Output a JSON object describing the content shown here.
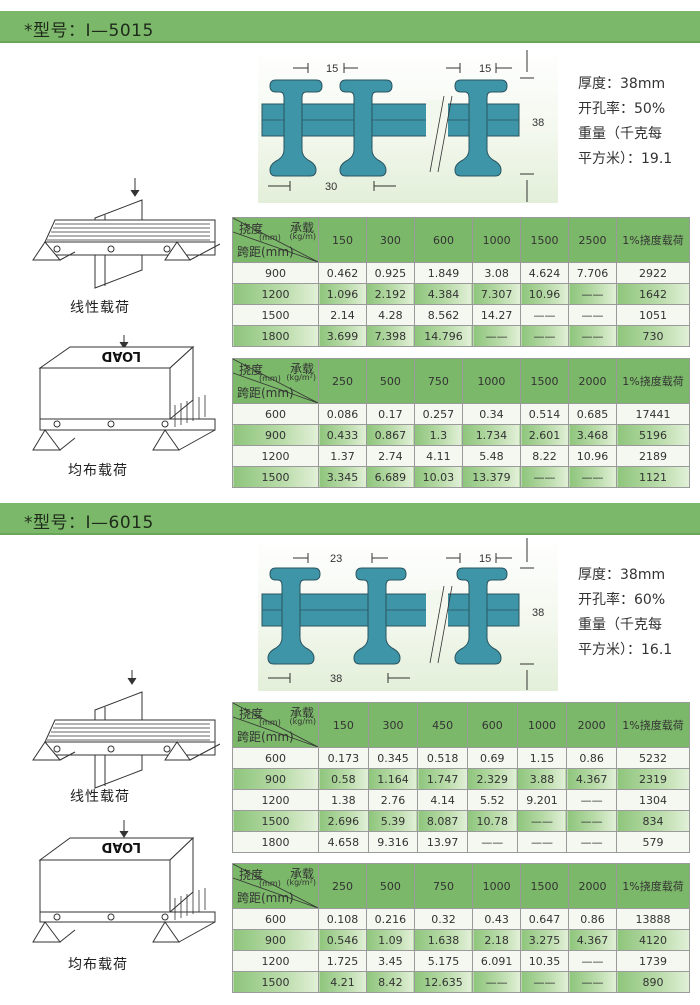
{
  "sections": [
    {
      "model_label": "*型号：I—5015",
      "diagram": {
        "top_left_dim": "15",
        "top_right_dim": "15",
        "bottom_dim": "30",
        "height_dim": "38"
      },
      "specs": {
        "thickness": "厚度：38mm",
        "open_rate": "开孔率：50%",
        "weight_line1": "重量（千克每",
        "weight_line2": "平方米）：19.1"
      },
      "linear_caption": "线性载荷",
      "uniform_caption": "均布载荷",
      "linear_table": {
        "corner": {
          "deflection": "挠度",
          "deflection_unit": "(mm)",
          "load": "承载",
          "load_unit": "(kg/m)",
          "span": "跨距(mm)"
        },
        "columns": [
          "150",
          "300",
          "600",
          "1000",
          "1500",
          "2500",
          "1%挠度载荷"
        ],
        "rows": [
          {
            "span": "900",
            "values": [
              "0.462",
              "0.925",
              "1.849",
              "3.08",
              "4.624",
              "7.706",
              "2922"
            ]
          },
          {
            "span": "1200",
            "values": [
              "1.096",
              "2.192",
              "4.384",
              "7.307",
              "10.96",
              "——",
              "1642"
            ]
          },
          {
            "span": "1500",
            "values": [
              "2.14",
              "4.28",
              "8.562",
              "14.27",
              "——",
              "——",
              "1051"
            ]
          },
          {
            "span": "1800",
            "values": [
              "3.699",
              "7.398",
              "14.796",
              "——",
              "——",
              "——",
              "730"
            ]
          }
        ]
      },
      "uniform_table": {
        "corner": {
          "deflection": "挠度",
          "deflection_unit": "(mm)",
          "load": "承载",
          "load_unit": "(kg/m²)",
          "span": "跨距(mm)"
        },
        "columns": [
          "250",
          "500",
          "750",
          "1000",
          "1500",
          "2000",
          "1%挠度载荷"
        ],
        "rows": [
          {
            "span": "600",
            "values": [
              "0.086",
              "0.17",
              "0.257",
              "0.34",
              "0.514",
              "0.685",
              "17441"
            ]
          },
          {
            "span": "900",
            "values": [
              "0.433",
              "0.867",
              "1.3",
              "1.734",
              "2.601",
              "3.468",
              "5196"
            ]
          },
          {
            "span": "1200",
            "values": [
              "1.37",
              "2.74",
              "4.11",
              "5.48",
              "8.22",
              "10.96",
              "2189"
            ]
          },
          {
            "span": "1500",
            "values": [
              "3.345",
              "6.689",
              "10.03",
              "13.379",
              "——",
              "——",
              "1121"
            ]
          }
        ]
      }
    },
    {
      "model_label": "*型号：I—6015",
      "diagram": {
        "top_left_dim": "23",
        "top_right_dim": "15",
        "bottom_dim": "38",
        "height_dim": "38"
      },
      "specs": {
        "thickness": "厚度：38mm",
        "open_rate": "开孔率：60%",
        "weight_line1": "重量（千克每",
        "weight_line2": "平方米）：16.1"
      },
      "linear_caption": "线性载荷",
      "uniform_caption": "均布载荷",
      "linear_table": {
        "corner": {
          "deflection": "挠度",
          "deflection_unit": "(mm)",
          "load": "承载",
          "load_unit": "(kg/m)",
          "span": "跨距(mm)"
        },
        "columns": [
          "150",
          "300",
          "450",
          "600",
          "1000",
          "2000",
          "1%挠度载荷"
        ],
        "rows": [
          {
            "span": "600",
            "values": [
              "0.173",
              "0.345",
              "0.518",
              "0.69",
              "1.15",
              "0.86",
              "5232"
            ]
          },
          {
            "span": "900",
            "values": [
              "0.58",
              "1.164",
              "1.747",
              "2.329",
              "3.88",
              "4.367",
              "2319"
            ]
          },
          {
            "span": "1200",
            "values": [
              "1.38",
              "2.76",
              "4.14",
              "5.52",
              "9.201",
              "——",
              "1304"
            ]
          },
          {
            "span": "1500",
            "values": [
              "2.696",
              "5.39",
              "8.087",
              "10.78",
              "——",
              "——",
              "834"
            ]
          },
          {
            "span": "1800",
            "values": [
              "4.658",
              "9.316",
              "13.97",
              "——",
              "——",
              "——",
              "579"
            ]
          }
        ]
      },
      "uniform_table": {
        "corner": {
          "deflection": "挠度",
          "deflection_unit": "(mm)",
          "load": "承载",
          "load_unit": "(kg/m²)",
          "span": "跨距(mm)"
        },
        "columns": [
          "250",
          "500",
          "750",
          "1000",
          "1500",
          "2000",
          "1%挠度载荷"
        ],
        "rows": [
          {
            "span": "600",
            "values": [
              "0.108",
              "0.216",
              "0.32",
              "0.43",
              "0.647",
              "0.86",
              "13888"
            ]
          },
          {
            "span": "900",
            "values": [
              "0.546",
              "1.09",
              "1.638",
              "2.18",
              "3.275",
              "4.367",
              "4120"
            ]
          },
          {
            "span": "1200",
            "values": [
              "1.725",
              "3.45",
              "5.175",
              "6.091",
              "10.35",
              "——",
              "1739"
            ]
          },
          {
            "span": "1500",
            "values": [
              "4.21",
              "8.42",
              "12.635",
              "——",
              "——",
              "——",
              "890"
            ]
          }
        ]
      }
    }
  ],
  "illustration": {
    "load_text": "LOAD"
  },
  "colors": {
    "banner": "#7cb86a",
    "profile": "#3f95a8",
    "row_light": "#f5f8f0",
    "row_green": "#8ec57c"
  }
}
